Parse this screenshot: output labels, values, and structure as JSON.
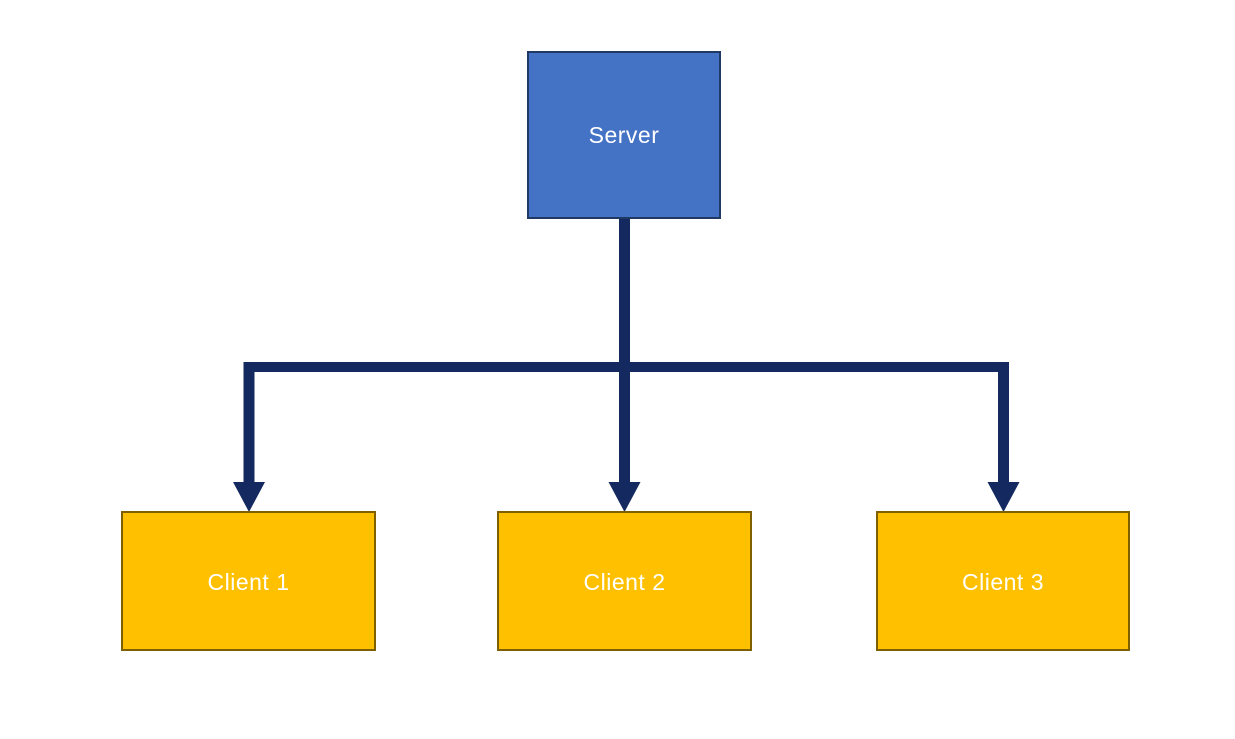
{
  "diagram": {
    "type": "topology",
    "nodes": {
      "server": {
        "label": "Server"
      },
      "clients": [
        {
          "label": "Client 1"
        },
        {
          "label": "Client 2"
        },
        {
          "label": "Client 3"
        }
      ]
    },
    "edges": [
      {
        "from": "Server",
        "to": "Client 1",
        "direction": "down",
        "arrow": true
      },
      {
        "from": "Server",
        "to": "Client 2",
        "direction": "down",
        "arrow": true
      },
      {
        "from": "Server",
        "to": "Client 3",
        "direction": "down",
        "arrow": true
      }
    ],
    "colors": {
      "background": "#ffffff",
      "server_fill": "#4472C4",
      "server_border": "#1F3864",
      "client_fill": "#FFC000",
      "client_border": "#7F6000",
      "connector": "#13295F",
      "label_text": "#FFFFFF"
    }
  }
}
